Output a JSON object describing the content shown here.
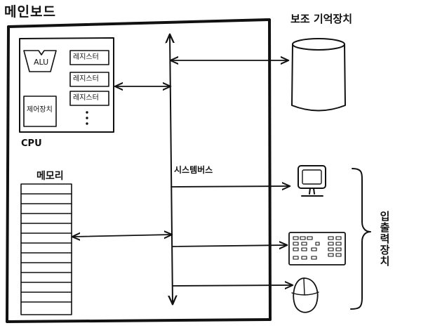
{
  "labels": {
    "motherboard": "메인보드",
    "cpu": "CPU",
    "alu": "ALU",
    "register_1": "레지스터",
    "register_2": "레지스터",
    "register_3": "레지스터",
    "control_unit": "제어장치",
    "memory": "메모리",
    "system_bus": "시스템버스",
    "secondary_storage": "보조 기억장치",
    "io_devices": "입출력장치"
  },
  "icons": [
    "disk-cylinder-icon",
    "monitor-icon",
    "keyboard-icon",
    "mouse-icon"
  ],
  "colors": {
    "ink": "#111111",
    "background": "#ffffff"
  }
}
